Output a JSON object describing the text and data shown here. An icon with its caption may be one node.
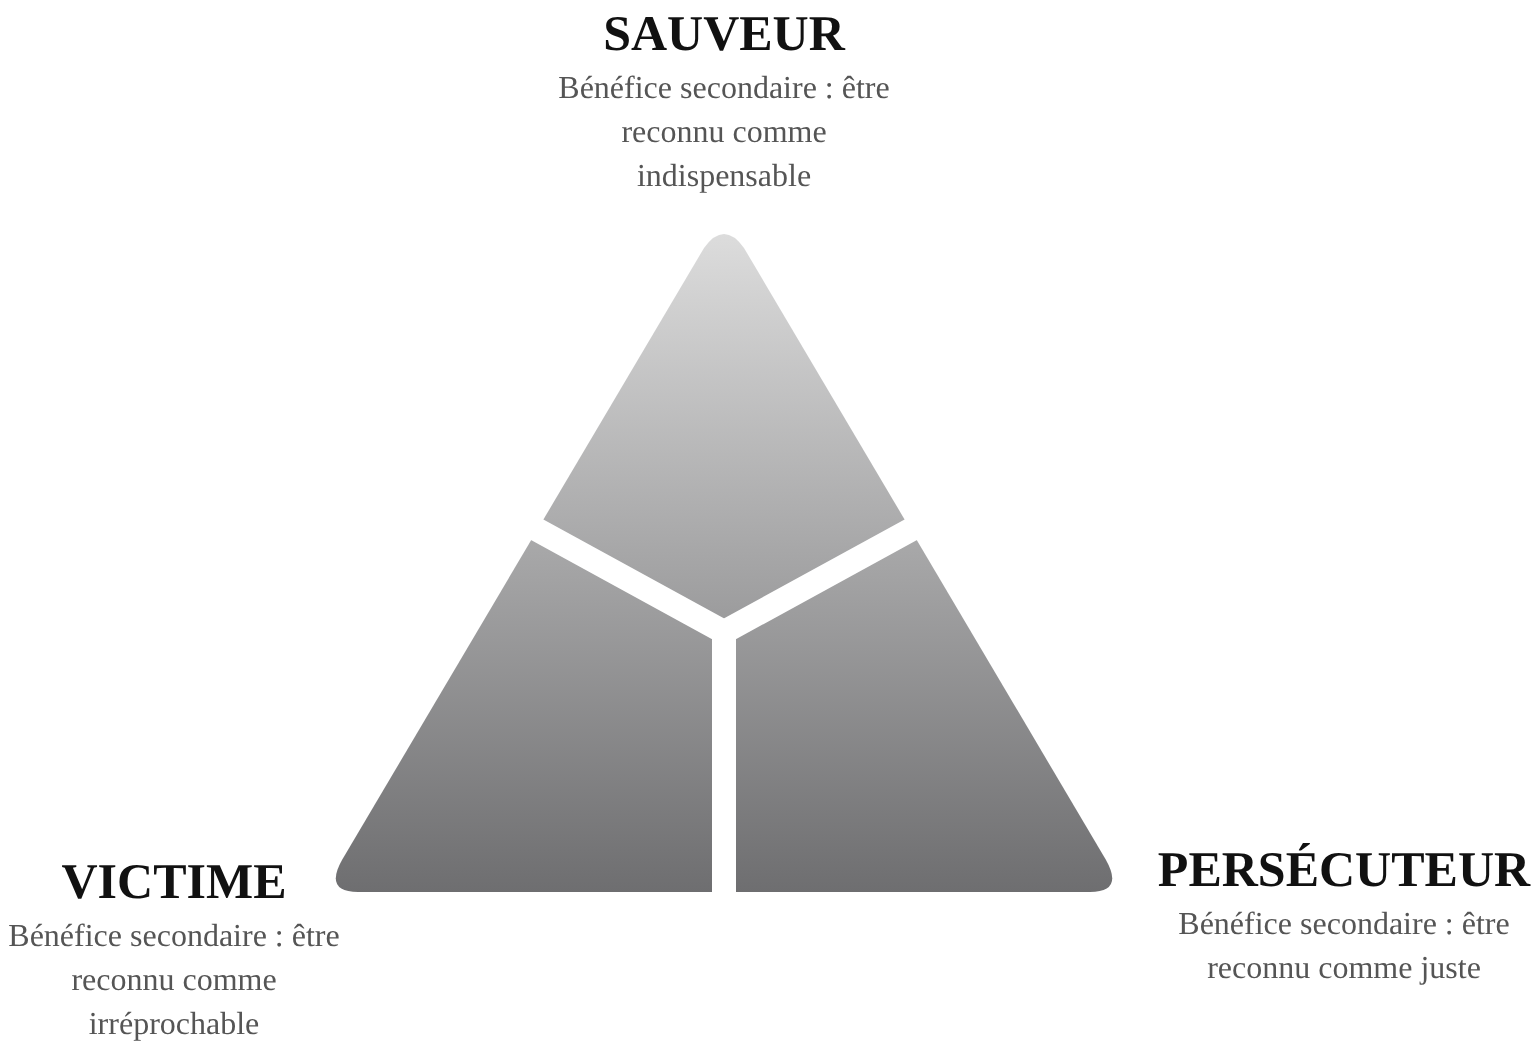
{
  "diagram": {
    "nodes": [
      {
        "text": [
          "SAUVEUR",
          "Bénéfice secondaire : être reconnu comme indispensable"
        ]
      },
      {
        "text": [
          "VICTIME",
          "Bénéfice secondaire : être reconnu comme irréprochable"
        ]
      },
      {
        "text": [
          "PERSÉCUTEUR",
          "Bénéfice secondaire : être reconnu comme juste"
        ]
      }
    ]
  }
}
